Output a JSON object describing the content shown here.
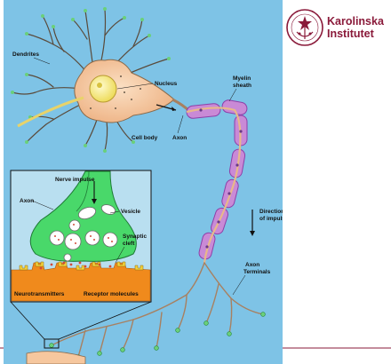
{
  "branding": {
    "line1": "Karolinska",
    "line2": "Institutet",
    "color": "#8a1a3a"
  },
  "labels": {
    "dendrites": "Dendrites",
    "nucleus": "Nucleus",
    "myelin_line1": "Myelin",
    "myelin_line2": "sheath",
    "cell_body": "Cell body",
    "axon": "Axon",
    "direction_line1": "Direction",
    "direction_line2": "of impulse",
    "axon_terminals_line1": "Axon",
    "axon_terminals_line2": "Terminals",
    "inset_nerve_impulse": "Nerve impulse",
    "inset_axon": "Axon",
    "inset_vesicle": "Vesicle",
    "inset_synaptic_line1": "Synaptic",
    "inset_synaptic_line2": "cleft",
    "inset_neurotransmitters": "Neurotransmitters",
    "inset_receptor": "Receptor molecules"
  },
  "colors": {
    "background": "#7ec3e6",
    "cell_body": "#f6c79e",
    "nucleus": "#f4ee8a",
    "myelin": "#c98ad6",
    "myelin_edge": "#8e3fa8",
    "synapse_fill": "#49d86a",
    "post_synaptic": "#f08a1c",
    "rule": "#8a1a3a"
  }
}
